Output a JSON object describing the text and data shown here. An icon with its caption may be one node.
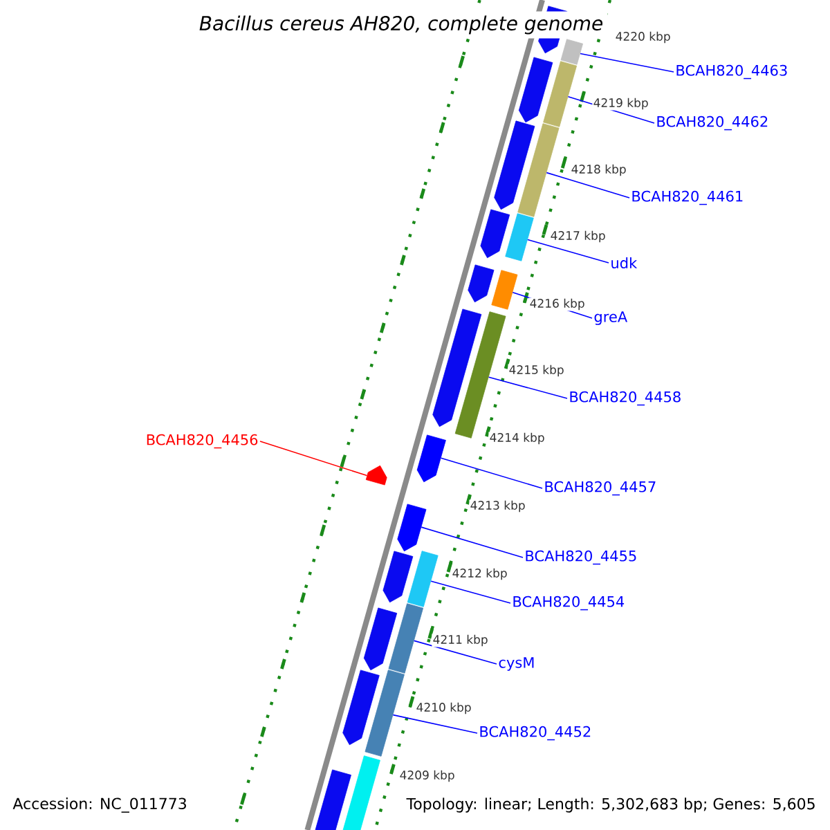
{
  "diagram": {
    "title": "Bacillus cereus AH820, complete genome",
    "nodes": [
      {
        "text": [
          "BCAH820_4463"
        ]
      },
      {
        "text": [
          "BCAH820_4462"
        ]
      },
      {
        "text": [
          "BCAH820_4461"
        ]
      },
      {
        "text": [
          "udk"
        ]
      },
      {
        "text": [
          "greA"
        ]
      },
      {
        "text": [
          "BCAH820_4458"
        ]
      },
      {
        "text": [
          "BCAH820_4456"
        ]
      },
      {
        "text": [
          "BCAH820_4457"
        ]
      },
      {
        "text": [
          "BCAH820_4455"
        ]
      },
      {
        "text": [
          "BCAH820_4454"
        ]
      },
      {
        "text": [
          "cysM"
        ]
      },
      {
        "text": [
          "BCAH820_4452"
        ]
      },
      {
        "text": [],
        "shape": "bar"
      },
      {
        "text": [],
        "shape": "bar"
      },
      {
        "text": [],
        "shape": "bar"
      },
      {
        "text": [],
        "shape": "bar"
      },
      {
        "text": [],
        "shape": "bar"
      },
      {
        "text": [],
        "shape": "bar"
      },
      {
        "text": [],
        "shape": "arrow"
      },
      {
        "text": [],
        "shape": "arrow"
      },
      {
        "text": [],
        "shape": "arrow"
      },
      {
        "text": [],
        "shape": "bar"
      },
      {
        "text": [],
        "shape": "bar"
      },
      {
        "text": [],
        "shape": "bar"
      },
      {
        "text": [],
        "shape": "arrow"
      },
      {
        "text": [],
        "shape": "arrow"
      },
      {
        "text": [],
        "shape": "arrow"
      },
      {
        "text": [],
        "shape": "arrow"
      },
      {
        "text": [],
        "shape": "arrow"
      },
      {
        "text": [],
        "shape": "arrow"
      },
      {
        "text": [],
        "shape": "arrow"
      },
      {
        "text": [],
        "shape": "arrow"
      },
      {
        "text": [],
        "shape": "arrow"
      },
      {
        "text": [],
        "shape": "arrow"
      },
      {
        "text": [],
        "shape": "bar"
      }
    ],
    "edges": [
      {
        "from": 0,
        "to": 12,
        "arrow": "none"
      },
      {
        "from": 1,
        "to": 13,
        "arrow": "none"
      },
      {
        "from": 2,
        "to": 14,
        "arrow": "none"
      },
      {
        "from": 3,
        "to": 15,
        "arrow": "none"
      },
      {
        "from": 4,
        "to": 16,
        "arrow": "none"
      },
      {
        "from": 5,
        "to": 17,
        "arrow": "none"
      },
      {
        "from": 6,
        "to": 19,
        "arrow": "none",
        "color": "#ff0000"
      },
      {
        "from": 7,
        "to": 18,
        "arrow": "none"
      },
      {
        "from": 8,
        "to": 20,
        "arrow": "none"
      },
      {
        "from": 9,
        "to": 21,
        "arrow": "none"
      },
      {
        "from": 10,
        "to": 22,
        "arrow": "none"
      },
      {
        "from": 11,
        "to": 23,
        "arrow": "none"
      }
    ],
    "labels": [
      "4220 kbp",
      "4219 kbp",
      "4218 kbp",
      "4217 kbp",
      "4216 kbp",
      "4215 kbp",
      "4214 kbp",
      "4213 kbp",
      "4212 kbp",
      "4211 kbp",
      "4210 kbp",
      "4209 kbp",
      "Accession: NC_011773",
      "Topology: linear; Length: 5,302,683 bp; Genes: 5,605"
    ]
  }
}
